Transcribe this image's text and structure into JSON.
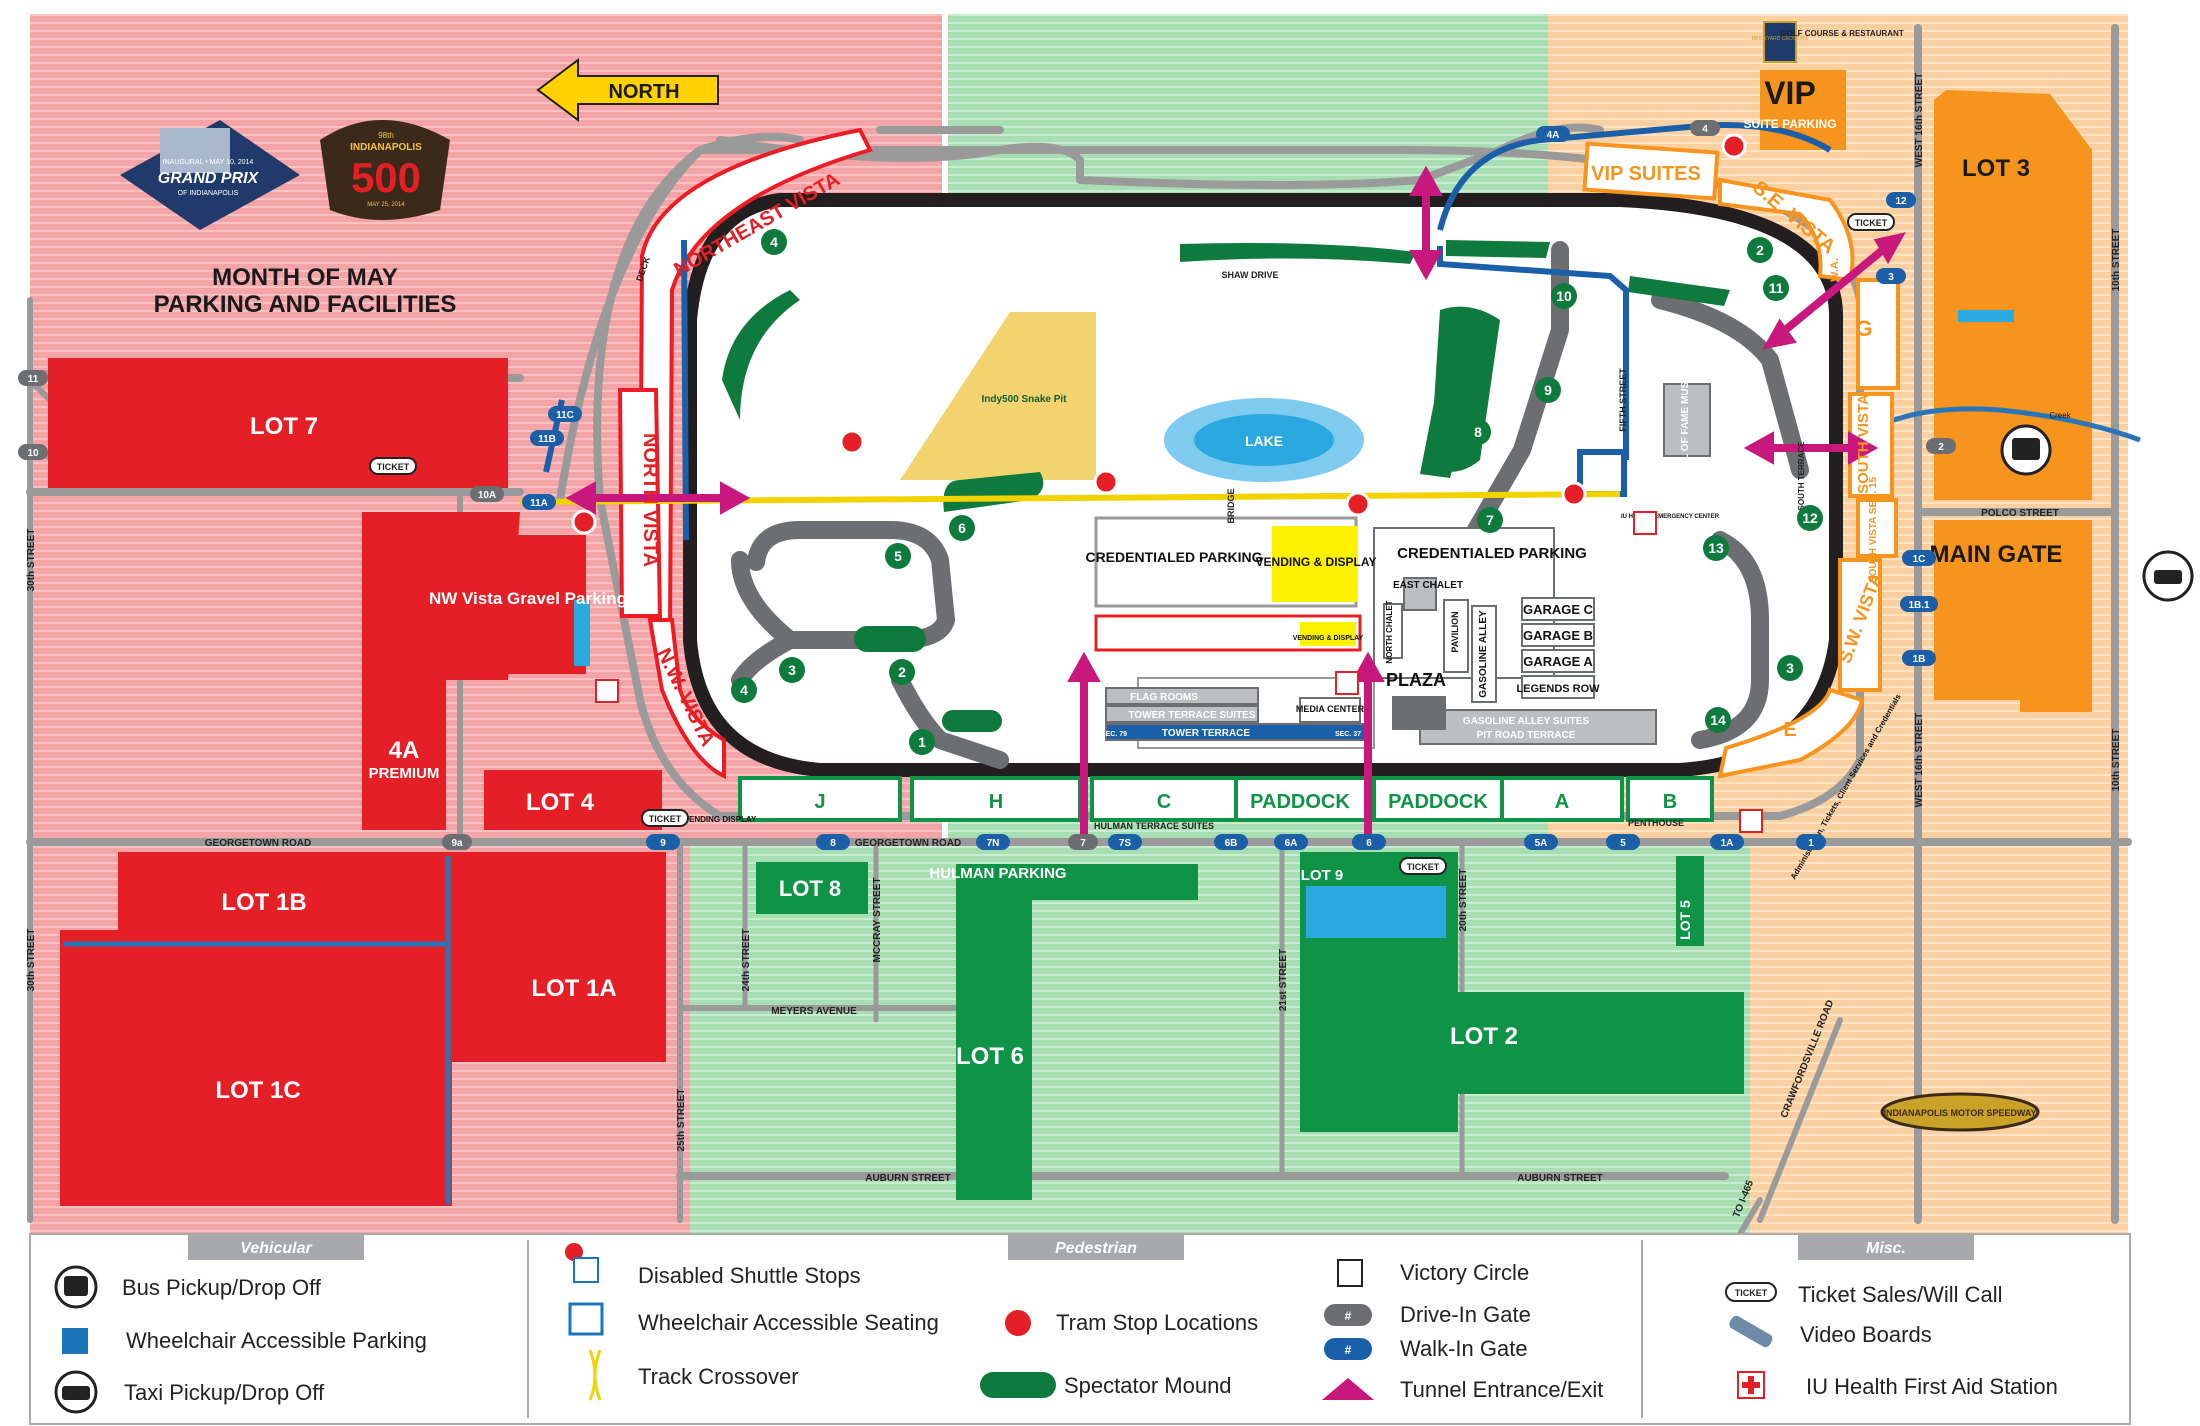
{
  "map": {
    "title_line1": "MONTH OF MAY",
    "title_line2": "PARKING AND FACILITIES",
    "north": "NORTH",
    "logo_gp_top": "INAUGURAL • MAY 10, 2014",
    "logo_gp_main": "GRAND PRIX",
    "logo_gp_sub": "OF INDIANAPOLIS",
    "logo_500_top": "98th",
    "logo_500_name": "INDIANAPOLIS",
    "logo_500_num": "500",
    "logo_500_date": "MAY 25, 2014",
    "ims_logo": "INDIANAPOLIS MOTOR SPEEDWAY",
    "snake_pit": "Indy500 Snake Pit",
    "golf": "GOLF COURSE & RESTAURANT",
    "brickyard": "BRICKYARD CROSSING"
  },
  "lots": {
    "lot7": "LOT 7",
    "lot4": "LOT 4",
    "lot4a": "4A",
    "lot4a_sub": "PREMIUM",
    "lot1b": "LOT 1B",
    "lot1a": "LOT 1A",
    "lot1c": "LOT 1C",
    "lot8": "LOT 8",
    "hulman": "HULMAN PARKING",
    "lot6": "LOT 6",
    "lot9": "LOT 9",
    "lot2": "LOT 2",
    "lot5": "LOT 5",
    "lot3": "LOT 3",
    "main_gate": "MAIN GATE",
    "vip": "VIP",
    "vip_sub": "SUITE PARKING",
    "nw_gravel": "NW Vista Gravel Parking"
  },
  "stands": {
    "northeast_vista": "NORTHEAST VISTA",
    "north_vista": "NORTH VISTA",
    "nw_vista": "N.W. VISTA",
    "vip_suites": "VIP SUITES",
    "se_vista": "S.E. VISTA",
    "south_vista": "SOUTH VISTA",
    "sw_vista": "S.W. VISTA",
    "south_vista_sec": "SOUTH VISTA SEC. 15",
    "south_terrace": "SOUTH TERRACE",
    "wa": "W.A.",
    "g": "G",
    "e": "E",
    "j": "J",
    "h": "H",
    "c": "C",
    "paddock1": "PADDOCK",
    "paddock2": "PADDOCK",
    "a": "A",
    "b": "B",
    "deck": "DECK",
    "penthouse": "PENTHOUSE",
    "hulman_terrace": "HULMAN TERRACE SUITES"
  },
  "infield": {
    "lake": "LAKE",
    "shaw_drive": "SHAW DRIVE",
    "fifth_street": "FIFTH STREET",
    "bridge": "BRIDGE",
    "cred1": "CREDENTIALED PARKING",
    "cred2": "CREDENTIALED PARKING",
    "vending": "VENDING & DISPLAY",
    "vending2": "VENDING & DISPLAY",
    "vending3": "VENDING DISPLAY",
    "east_chalet": "EAST CHALET",
    "north_chalet": "NORTH CHALET",
    "pavilion": "PAVILION",
    "gasoline_alley": "GASOLINE ALLEY",
    "garage_c": "GARAGE C",
    "garage_b": "GARAGE B",
    "garage_a": "GARAGE A",
    "legends": "LEGENDS ROW",
    "plaza": "PLAZA",
    "gas_suites": "GASOLINE ALLEY SUITES",
    "pit_terrace": "PIT ROAD TERRACE",
    "flag_rooms": "FLAG ROOMS",
    "tower_suites": "TOWER TERRACE SUITES",
    "tower_terrace": "TOWER TERRACE",
    "media": "MEDIA CENTER",
    "sec79": "SEC. 79",
    "sec37": "SEC. 37",
    "hall_of_fame": "HALL OF FAME MUSEUM",
    "iu_health": "IU HEALTH EMERGENCY CENTER",
    "admin": "Administration, Tickets, Client Services and Credentials",
    "creek": "Creek"
  },
  "roads": {
    "georgetown": "GEORGETOWN ROAD",
    "georgetown2": "GEORGETOWN ROAD",
    "meyers": "MEYERS AVENUE",
    "auburn1": "AUBURN STREET",
    "auburn2": "AUBURN STREET",
    "polco": "POLCO STREET",
    "w16": "WEST 16th STREET",
    "w16b": "WEST 16th STREET",
    "tenth": "10th STREET",
    "tenth2": "10th STREET",
    "thirtieth": "30th STREET",
    "thirtieth2": "30th STREET",
    "t25": "25th STREET",
    "t24": "24th STREET",
    "mccray": "MCCRAY STREET",
    "t21": "21st STREET",
    "t20": "20th STREET",
    "crawfordsville": "CRAWFORDSVILLE ROAD",
    "to465": "TO I-465"
  },
  "gates": {
    "drive": [
      "11",
      "10",
      "10A",
      "4",
      "12",
      "3",
      "2",
      "1",
      "7",
      "9a"
    ],
    "walk": [
      "11C",
      "11B",
      "11A",
      "4A",
      "1C",
      "1B.1",
      "1B",
      "1A",
      "5",
      "5A",
      "6",
      "6A",
      "6B",
      "7S",
      "7N",
      "8",
      "9"
    ]
  },
  "mounds": [
    "1",
    "2",
    "3",
    "4",
    "5",
    "6",
    "7",
    "8",
    "9",
    "10",
    "11",
    "12",
    "13",
    "14",
    "2",
    "3",
    "4"
  ],
  "ticket": "TICKET",
  "legend": {
    "vehicular": "Vehicular",
    "pedestrian": "Pedestrian",
    "misc": "Misc.",
    "bus": "Bus Pickup/Drop Off",
    "wc_parking": "Wheelchair Accessible Parking",
    "taxi": "Taxi Pickup/Drop Off",
    "disabled_shuttle": "Disabled Shuttle Stops",
    "wc_seating": "Wheelchair Accessible Seating",
    "crossover": "Track Crossover",
    "tram": "Tram Stop Locations",
    "mound": "Spectator Mound",
    "victory": "Victory Circle",
    "drive_in": "Drive-In Gate",
    "walk_in": "Walk-In Gate",
    "tunnel": "Tunnel Entrance/Exit",
    "ticket_sales": "Ticket Sales/Will Call",
    "video": "Video Boards",
    "first_aid": "IU Health First Aid Station",
    "hash": "#"
  },
  "colors": {
    "pink_zone": "#f4a0a3",
    "green_zone": "#a8e0b4",
    "orange_zone": "#fbd3a3",
    "red_lot": "#e41f26",
    "green_lot": "#0f9447",
    "orange_lot": "#f7941e",
    "track": "#231f20",
    "gate_blue": "#1a5fa8",
    "tunnel": "#c8177d"
  }
}
